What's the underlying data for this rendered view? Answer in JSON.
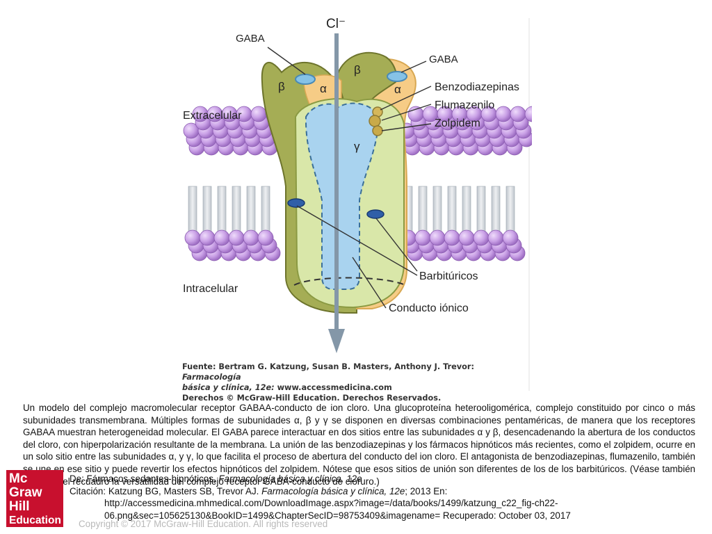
{
  "figure": {
    "labels": {
      "cl": "Cl⁻",
      "gaba_left": "GABA",
      "gaba_right": "GABA",
      "beta_left": "β",
      "alpha_left": "α",
      "beta_right": "β",
      "alpha_right": "α",
      "gamma": "γ",
      "extracelular": "Extracelular",
      "intracelular": "Intracelular",
      "benzodiazepinas": "Benzodiazepinas",
      "flumazenilo": "Flumazenilo",
      "zolpidem": "Zolpidem",
      "barbituricos": "Barbitúricos",
      "conducto": "Conducto iónico"
    },
    "source": {
      "line1_prefix": "Fuente: Bertram G. Katzung, Susan B. Masters, Anthony J. Trevor:",
      "line1_ital": "Farmacología",
      "line2_ital": "básica y clínica, 12e:",
      "line2_rest": "www.accessmedicina.com",
      "line3": "Derechos © McGraw-Hill Education. Derechos Reservados."
    },
    "colors": {
      "membrane_head": "#c9a0e6",
      "beta_subunit": "#a5ad55",
      "alpha_subunit": "#f6cc86",
      "gamma_subunit": "#d9e7a9",
      "channel": "#a9d3ef",
      "arrow": "#8497a8"
    }
  },
  "caption": " Un modelo del complejo macromolecular receptor GABAA-conducto de ion cloro. Una glucoproteína heterooligomérica, complejo constituido por cinco o más subunidades transmembrana. Múltiples formas de subunidades α, β y γ se disponen en diversas combinaciones pentaméricas, de manera que los receptores GABAA muestran heterogeneidad molecular. El GABA parece interactuar en dos sitios entre las subunidades α y β, desencadenando la abertura de los conductos del cloro, con hiperpolarización resultante de la membrana. La unión de las benzodiazepinas y los fármacos hipnóticos más recientes, como el zolpidem, ocurre en un solo sitio entre las subunidades α, y γ, lo que facilita el proceso de abertura del conducto del ion cloro. El antagonista de benzodiazepinas, flumazenilo, también se une en ese sitio y puede revertir los efectos hipnóticos del zolpidem. Nótese que esos sitios de unión son diferentes de los de los barbitúricos. (Véase también el texto y el recuadro la versatilidad del complejo receptor GABA-conducto de cloruro.)",
  "citation": {
    "de_prefix": "De: Fármacos sedantes-hipnóticos,",
    "de_ital": "Farmacología básica y clínica, 12e",
    "cit_prefix": "Citación: Katzung BG, Masters SB, Trevor AJ.",
    "cit_ital": "Farmacología básica y clínica, 12e",
    "cit_suffix": "; 2013 En:",
    "url1": "http://accessmedicina.mhmedical.com/DownloadImage.aspx?image=/data/books/1499/katzung_c22_fig-ch22-",
    "url2": "06.png&sec=105625130&BookID=1499&ChapterSecID=98753409&imagename= Recuperado: October 03, 2017"
  },
  "copyright": "Copyright © 2017 McGraw-Hill Education. All rights reserved",
  "logo": {
    "line1": "Mc",
    "line2": "Graw",
    "line3": "Hill",
    "line4": "Education",
    "color": "#c8102e"
  }
}
